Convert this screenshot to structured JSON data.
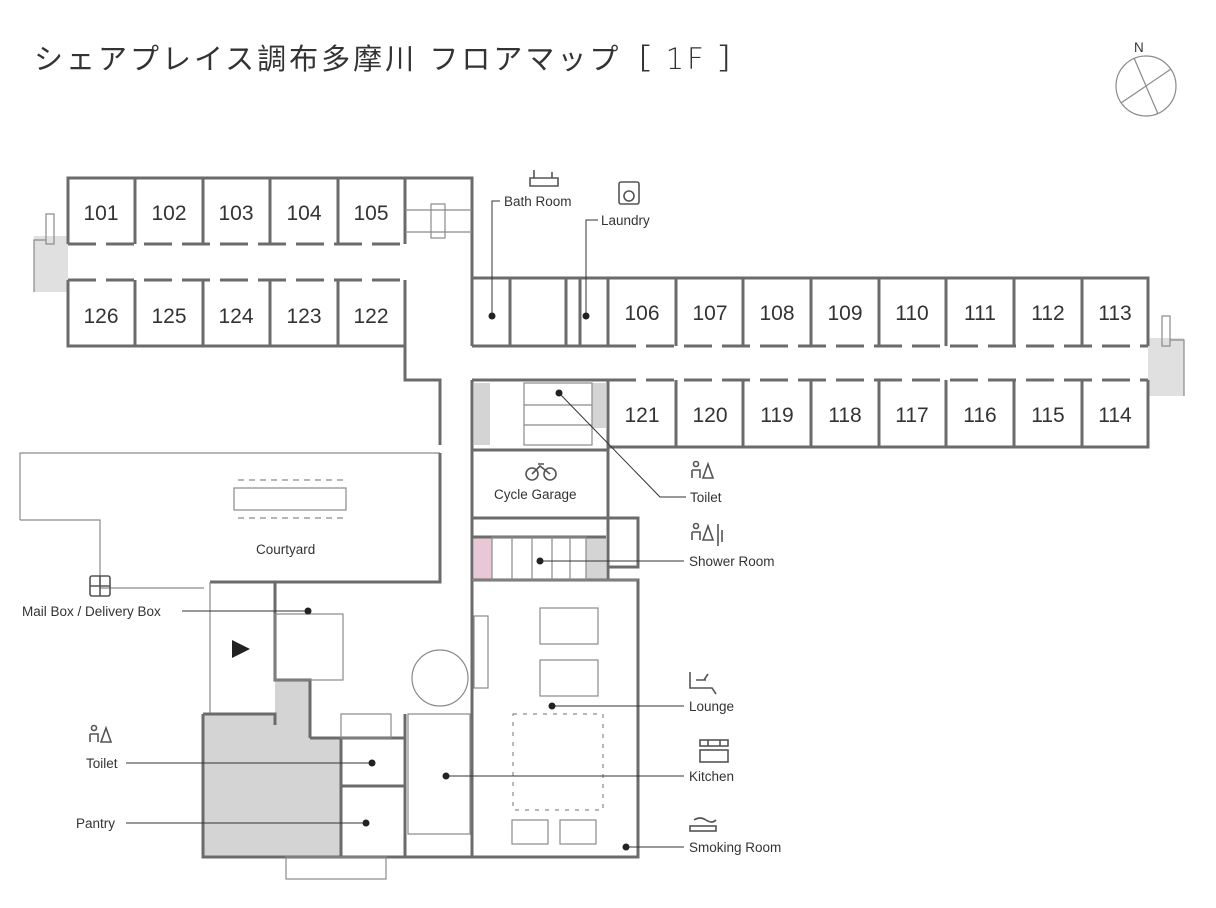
{
  "title": "シェアプレイス調布多摩川 フロアマップ［ 1F ］",
  "compass": {
    "north_label": "N"
  },
  "rooms": {
    "north_top": [
      "101",
      "102",
      "103",
      "104",
      "105"
    ],
    "north_bottom": [
      "126",
      "125",
      "124",
      "123",
      "122"
    ],
    "east_top": [
      "106",
      "107",
      "108",
      "109",
      "110",
      "111",
      "112",
      "113"
    ],
    "east_bottom": [
      "121",
      "120",
      "119",
      "118",
      "117",
      "116",
      "115",
      "114"
    ]
  },
  "labels": {
    "bath_room": "Bath Room",
    "laundry": "Laundry",
    "toilet_upper": "Toilet",
    "cycle_garage": "Cycle Garage",
    "shower_room": "Shower Room",
    "courtyard": "Courtyard",
    "mail_box": "Mail Box / Delivery Box",
    "lounge": "Lounge",
    "toilet_lower": "Toilet",
    "kitchen": "Kitchen",
    "pantry": "Pantry",
    "smoking_room": "Smoking Room"
  },
  "icons": {
    "bath_room": "bathtub-icon",
    "laundry": "washing-machine-icon",
    "toilet_upper": "restroom-icon",
    "cycle_garage": "bicycle-icon",
    "shower_room": "shower-icon",
    "mail_box": "mailbox-icon",
    "lounge": "lounge-chair-icon",
    "toilet_lower": "restroom-icon",
    "kitchen": "kitchen-icon",
    "smoking_room": "smoking-icon"
  },
  "colors": {
    "wall": "#6b6b6b",
    "shaded_area": "#d4d4d4",
    "accent_pink": "#e8c8d6",
    "text": "#333333"
  }
}
